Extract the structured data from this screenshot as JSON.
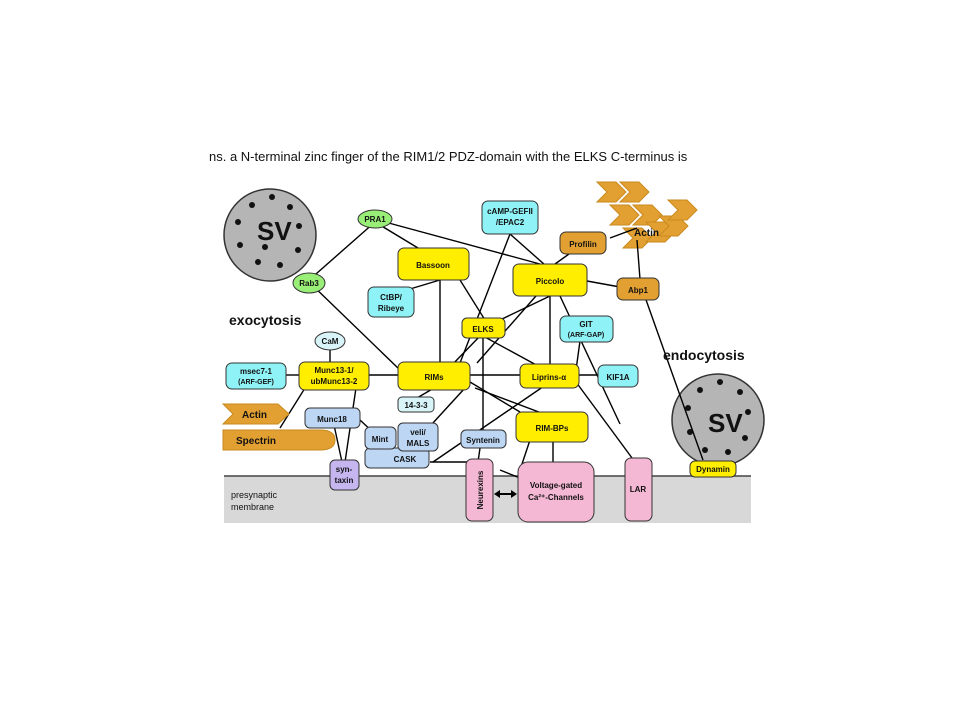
{
  "header_text": "ns. a N-terminal zinc finger of the RIM1/2 PDZ-domain with the ELKS C-terminus is",
  "colors": {
    "yellow": "#ffee00",
    "cyan": "#8ff2f6",
    "green": "#99ee77",
    "orange": "#e3a032",
    "blue": "#bcd6f4",
    "purple": "#c5b6ef",
    "pink": "#f4b8d4",
    "grey": "#b5b5b5",
    "membrane": "#d8d8d8"
  },
  "labels": {
    "exocytosis": "exocytosis",
    "endocytosis": "endocytosis",
    "membrane_line1": "presynaptic",
    "membrane_line2": "membrane",
    "sv1": "SV",
    "sv2": "SV"
  },
  "nodes": {
    "pra1": "PRA1",
    "rab3": "Rab3",
    "camp_geff": [
      "cAMP-GEFII",
      "/EPAC2"
    ],
    "profilin": "Profilin",
    "actin_top": "Actin",
    "bassoon": "Bassoon",
    "piccolo": "Piccolo",
    "abp1": "Abp1",
    "ctbp": [
      "CtBP/",
      "Ribeye"
    ],
    "elks": "ELKS",
    "git": [
      "GIT",
      "(ARF-GAP)"
    ],
    "cam": "CaM",
    "msec7": [
      "msec7-1",
      "(ARF-GEF)"
    ],
    "munc13": [
      "Munc13-1/",
      "ubMunc13-2"
    ],
    "rims": "RIMs",
    "liprins": "Liprins-α",
    "kif1a": "KIF1A",
    "p1433": "14-3-3",
    "actin_left": "Actin",
    "spectrin": "Spectrin",
    "munc18": "Munc18",
    "mint": "Mint",
    "veli": [
      "veli/",
      "MALS"
    ],
    "cask": "CASK",
    "syntenin": "Syntenin",
    "rimbps": "RIM-BPs",
    "syntaxin": [
      "syn-",
      "taxin"
    ],
    "neurexins": "Neurexins",
    "vgcc": [
      "Voltage-gated",
      "Ca²⁺-Channels"
    ],
    "lar": "LAR",
    "dynamin": "Dynamin"
  }
}
